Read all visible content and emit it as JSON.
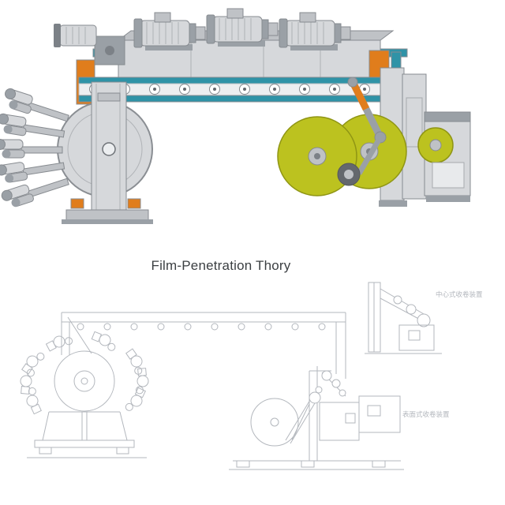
{
  "theme": {
    "frame_teal": "#2f93a7",
    "frame_teal_dark": "#1f7082",
    "accent_orange": "#e07d1c",
    "roll_yellow": "#bcc21f",
    "roll_yellow_dark": "#8f9514",
    "line_gray": "#b3b7bd"
  },
  "diagram": {
    "title": "Film-Penetration Thory",
    "annotations": [
      {
        "text": "中心式收卷装置"
      },
      {
        "text": "表面式收卷装置"
      }
    ]
  }
}
